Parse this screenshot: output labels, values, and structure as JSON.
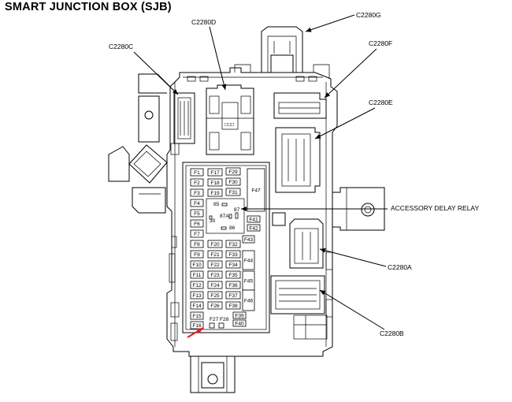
{
  "title": "SMART JUNCTION BOX (SJB)",
  "connectors": {
    "c2280a": "C2280A",
    "c2280b": "C2280B",
    "c2280c": "C2280C",
    "c2280d": "C2280D",
    "c2280e": "C2280E",
    "c2280f": "C2280F",
    "c2280g": "C2280G"
  },
  "relay_callout": "ACCESSORY DELAY RELAY",
  "fuses": {
    "col1": [
      "F1",
      "F2",
      "F3",
      "F4",
      "F5",
      "F6",
      "F7",
      "F8",
      "F9",
      "F10",
      "F11",
      "F12",
      "F13",
      "F14",
      "F15",
      "F16"
    ],
    "col2": [
      "F17",
      "F18",
      "F19",
      "F20",
      "F21",
      "F22",
      "F23",
      "F24",
      "F25",
      "F26"
    ],
    "col3": [
      "F29",
      "F30",
      "F31",
      "F32",
      "F33",
      "F34",
      "F35",
      "F36",
      "F37",
      "F38"
    ],
    "pair_bottom": [
      "F27",
      "F28"
    ],
    "right_small": [
      "F41",
      "F42",
      "F43",
      "F39",
      "F40"
    ],
    "tall": [
      "F44",
      "F45",
      "F46"
    ],
    "maxi": "F47"
  },
  "relay_pins": [
    "85",
    "87",
    "87A",
    "30",
    "86"
  ],
  "colors": {
    "line": "#000000",
    "pointer_arrow": "#e31b23",
    "background": "#ffffff"
  }
}
